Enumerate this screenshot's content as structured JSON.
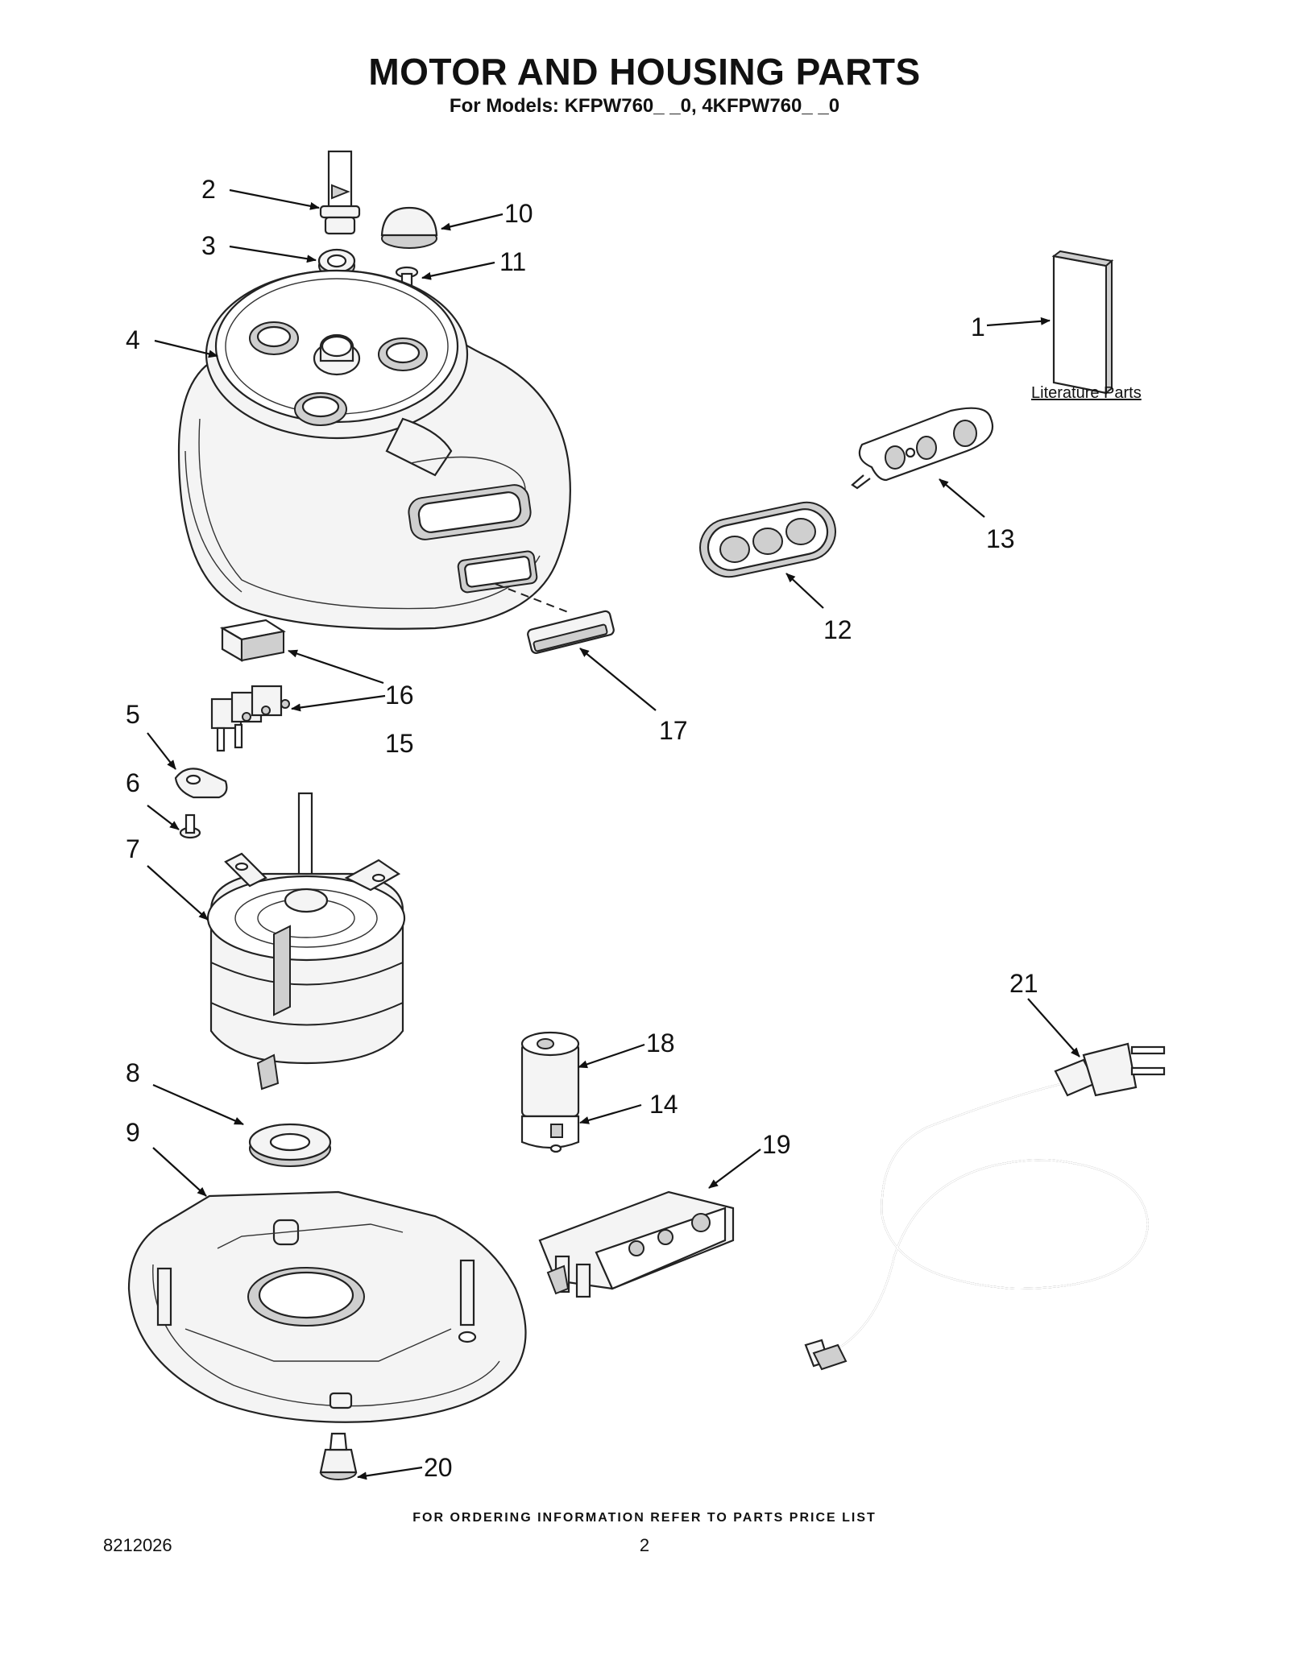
{
  "header": {
    "title": "MOTOR AND HOUSING PARTS",
    "subtitle": "For Models: KFPW760_ _0, 4KFPW760_ _0"
  },
  "literature_label": "Literature Parts",
  "callouts": [
    "1",
    "2",
    "3",
    "4",
    "5",
    "6",
    "7",
    "8",
    "9",
    "10",
    "11",
    "12",
    "13",
    "14",
    "15",
    "16",
    "17",
    "18",
    "19",
    "20",
    "21"
  ],
  "footer": {
    "note": "FOR ORDERING INFORMATION REFER TO PARTS PRICE LIST",
    "doc_number": "8212026",
    "page_number": "2"
  }
}
